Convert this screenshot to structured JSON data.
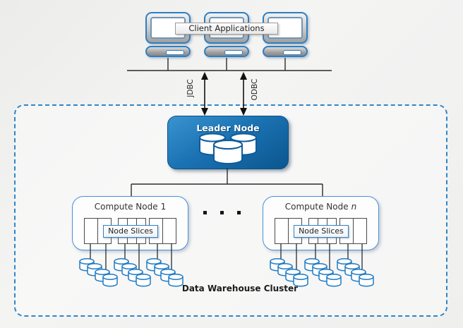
{
  "clients": {
    "label": "Client Applications",
    "monitor_count": 3
  },
  "connections": {
    "left_label": "JDBC",
    "right_label": "ODBC"
  },
  "leader_node": {
    "label": "Leader Node"
  },
  "compute_nodes": [
    {
      "label_prefix": "Compute Node",
      "label_suffix": "1",
      "slices_label": "Node Slices"
    },
    {
      "label_prefix": "Compute Node",
      "label_suffix": "n",
      "slices_label": "Node Slices"
    }
  ],
  "cluster": {
    "label": "Data Warehouse Cluster"
  },
  "colors": {
    "accent_blue": "#1f7bc4",
    "dashed_border": "#2e86c9",
    "leader_gradient_top": "#3a93d0",
    "leader_gradient_bottom": "#0b568f",
    "compute_border": "#4a90d9",
    "line_color": "#2b2b2b"
  }
}
